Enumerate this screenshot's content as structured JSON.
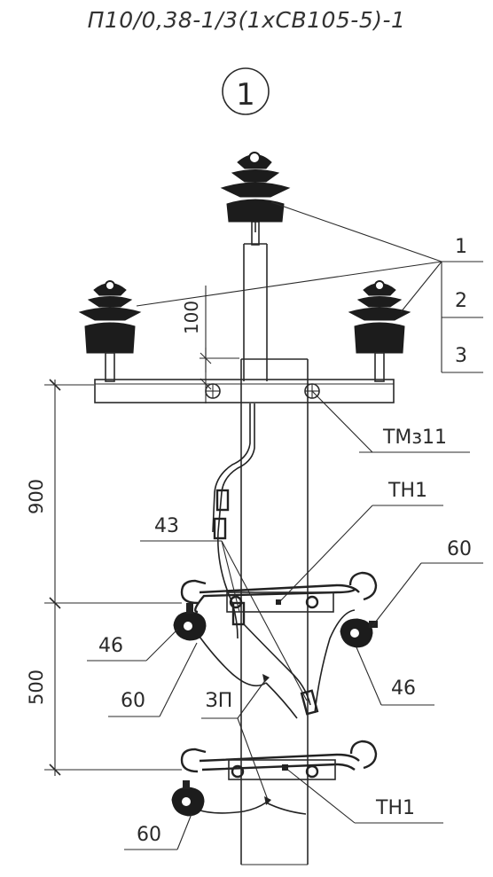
{
  "title": "П10/0,38-1/3(1хСВ105-5)-1",
  "position_number": "1",
  "callouts": {
    "insulator_1": "1",
    "insulator_2": "2",
    "insulator_3": "3",
    "crossarm": "ТМз11",
    "clamp_upper": "ТН1",
    "clamp_lower": "ТН1",
    "ties": "43",
    "hook_right": "60",
    "hook_left": "60",
    "hook_bottom": "60",
    "anchor_left": "46",
    "anchor_right": "46",
    "ground": "ЗП"
  },
  "dimensions": {
    "insulator_offset": "100",
    "upper_span": "900",
    "lower_span": "500"
  }
}
